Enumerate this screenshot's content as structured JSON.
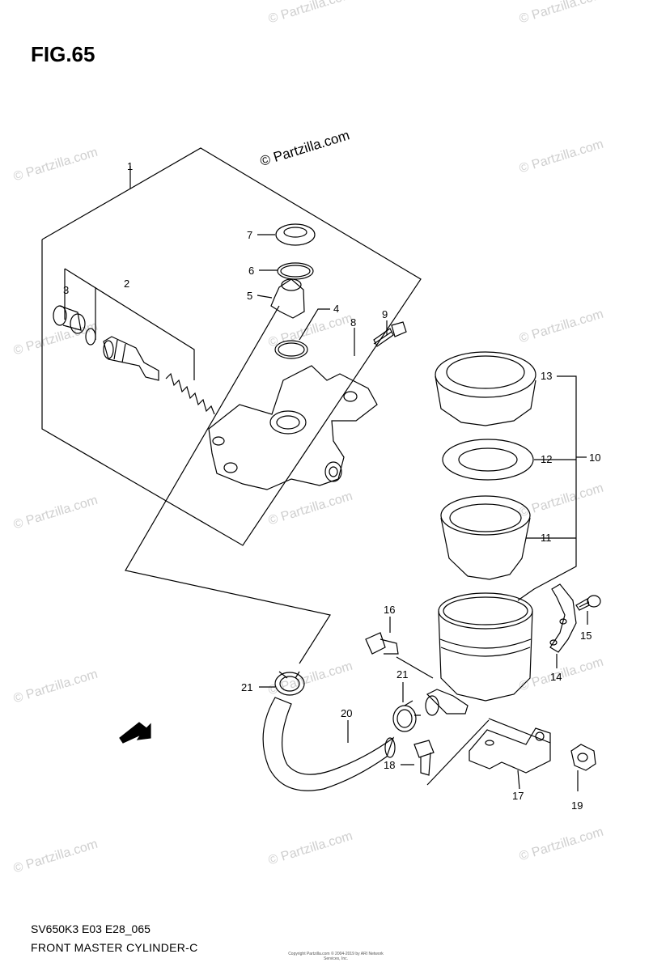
{
  "figure": {
    "title": "FIG.65",
    "copyright": "© Partzilla.com",
    "model_code": "SV650K3 E03 E28_065",
    "diagram_name": "FRONT MASTER CYLINDER-C",
    "small_copyright": "Copyright Partzilla.com © 2004-2019 by ARI Network Services, Inc.",
    "watermark_text": "© Partzilla.com"
  },
  "part_labels": [
    {
      "id": "1",
      "text": "1"
    },
    {
      "id": "2",
      "text": "2"
    },
    {
      "id": "3",
      "text": "3"
    },
    {
      "id": "4",
      "text": "4"
    },
    {
      "id": "5",
      "text": "5"
    },
    {
      "id": "6",
      "text": "6"
    },
    {
      "id": "7",
      "text": "7"
    },
    {
      "id": "8",
      "text": "8"
    },
    {
      "id": "9",
      "text": "9"
    },
    {
      "id": "10",
      "text": "10"
    },
    {
      "id": "11",
      "text": "11"
    },
    {
      "id": "12",
      "text": "12"
    },
    {
      "id": "13",
      "text": "13"
    },
    {
      "id": "14",
      "text": "14"
    },
    {
      "id": "15",
      "text": "15"
    },
    {
      "id": "16",
      "text": "16"
    },
    {
      "id": "17",
      "text": "17"
    },
    {
      "id": "18",
      "text": "18"
    },
    {
      "id": "19",
      "text": "19"
    },
    {
      "id": "20",
      "text": "20"
    },
    {
      "id": "21a",
      "text": "21"
    },
    {
      "id": "21b",
      "text": "21"
    }
  ],
  "fwd_icon": "fwd-arrow-icon"
}
